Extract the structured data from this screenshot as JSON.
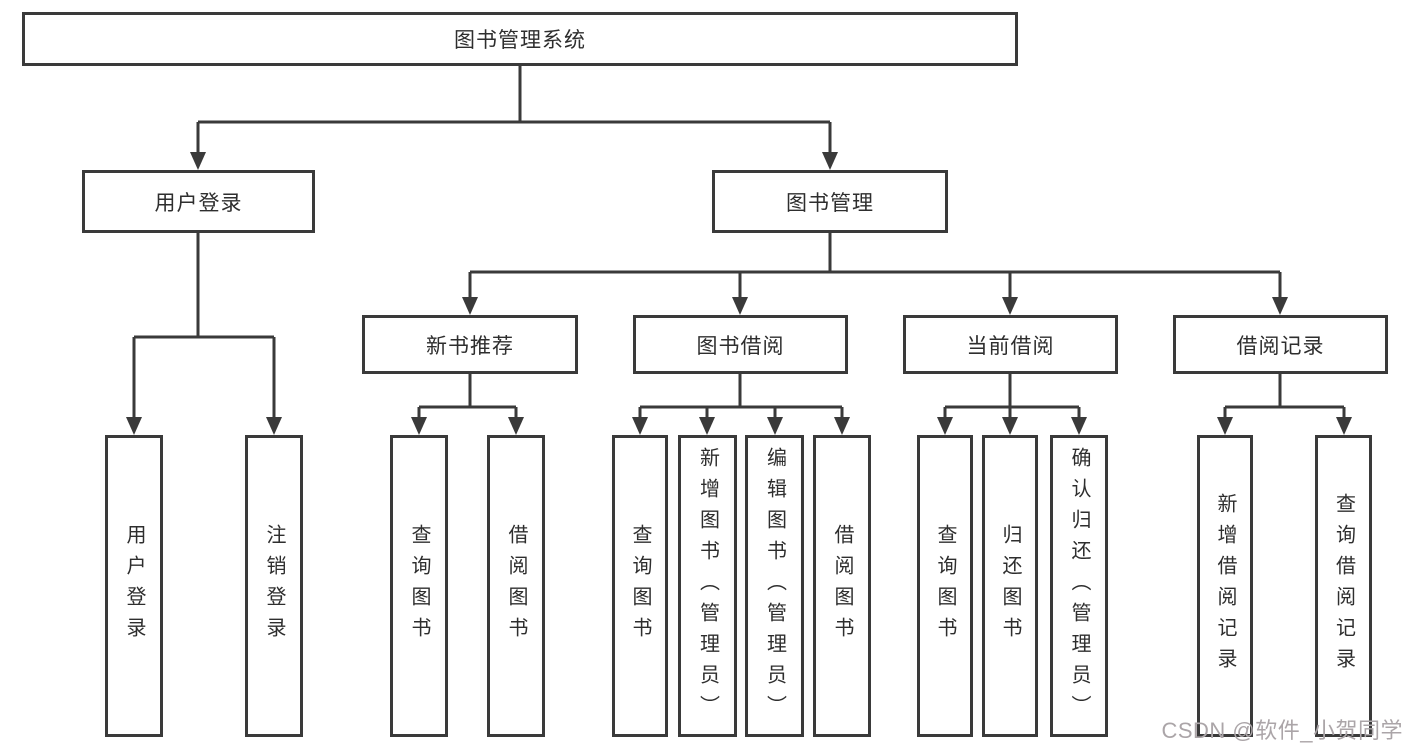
{
  "colors": {
    "line": "#3a3a3a",
    "text": "#2e2e2e",
    "bg": "#ffffff",
    "watermark": "#aba5a8"
  },
  "watermark": {
    "text": "CSDN @软件_小贺同学"
  },
  "tree": {
    "label": "图书管理系统",
    "children": [
      {
        "label": "用户登录",
        "children": [
          {
            "label": "用户登录"
          },
          {
            "label": "注销登录"
          }
        ]
      },
      {
        "label": "图书管理",
        "children": [
          {
            "label": "新书推荐",
            "children": [
              {
                "label": "查询图书"
              },
              {
                "label": "借阅图书"
              }
            ]
          },
          {
            "label": "图书借阅",
            "children": [
              {
                "label": "查询图书"
              },
              {
                "label": "新增图书（管理员）"
              },
              {
                "label": "编辑图书（管理员）"
              },
              {
                "label": "借阅图书"
              }
            ]
          },
          {
            "label": "当前借阅",
            "children": [
              {
                "label": "查询图书"
              },
              {
                "label": "归还图书"
              },
              {
                "label": "确认归还（管理员）"
              }
            ]
          },
          {
            "label": "借阅记录",
            "children": [
              {
                "label": "新增借阅记录"
              },
              {
                "label": "查询借阅记录"
              }
            ]
          }
        ]
      }
    ]
  }
}
